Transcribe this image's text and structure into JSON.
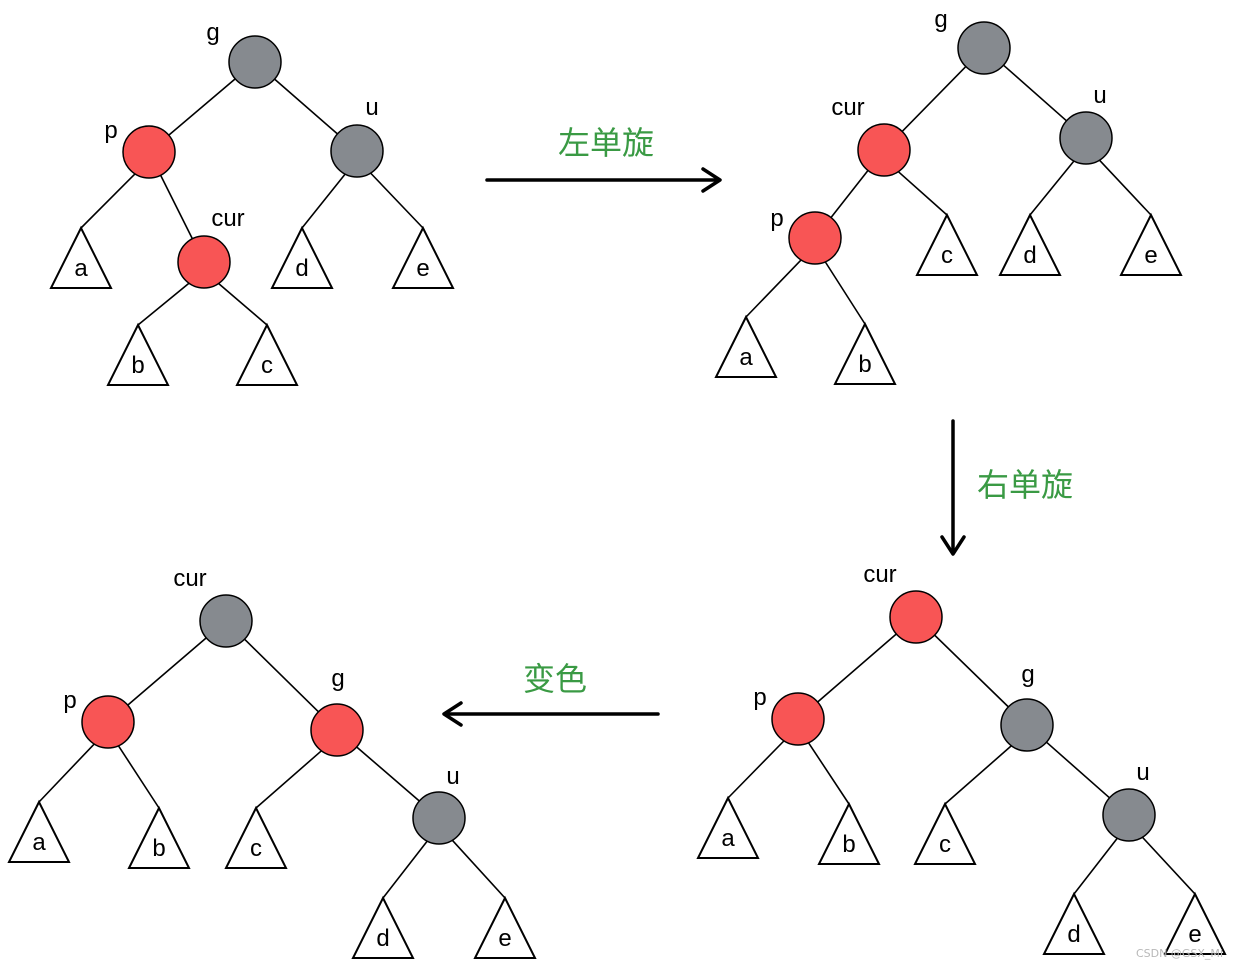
{
  "colors": {
    "red": "#f85555",
    "black": "#868a8f"
  },
  "steps": [
    {
      "label": "左单旋"
    },
    {
      "label": "右单旋"
    },
    {
      "label": "变色"
    }
  ],
  "panels": [
    {
      "name": "initial",
      "nodes": [
        {
          "id": "g",
          "label": "g",
          "color": "black"
        },
        {
          "id": "p",
          "label": "p",
          "color": "red"
        },
        {
          "id": "u",
          "label": "u",
          "color": "black"
        },
        {
          "id": "cur",
          "label": "cur",
          "color": "red"
        }
      ],
      "subtrees": [
        "a",
        "b",
        "c",
        "d",
        "e"
      ]
    },
    {
      "name": "after-left-rotation",
      "nodes": [
        {
          "id": "g",
          "label": "g",
          "color": "black"
        },
        {
          "id": "cur",
          "label": "cur",
          "color": "red"
        },
        {
          "id": "u",
          "label": "u",
          "color": "black"
        },
        {
          "id": "p",
          "label": "p",
          "color": "red"
        }
      ],
      "subtrees": [
        "c",
        "d",
        "e",
        "a",
        "b"
      ]
    },
    {
      "name": "after-right-rotation",
      "nodes": [
        {
          "id": "cur",
          "label": "cur",
          "color": "red"
        },
        {
          "id": "p",
          "label": "p",
          "color": "red"
        },
        {
          "id": "g",
          "label": "g",
          "color": "black"
        },
        {
          "id": "u",
          "label": "u",
          "color": "black"
        }
      ],
      "subtrees": [
        "a",
        "b",
        "c",
        "d",
        "e"
      ]
    },
    {
      "name": "after-recolor",
      "nodes": [
        {
          "id": "cur",
          "label": "cur",
          "color": "black"
        },
        {
          "id": "p",
          "label": "p",
          "color": "red"
        },
        {
          "id": "g",
          "label": "g",
          "color": "red"
        },
        {
          "id": "u",
          "label": "u",
          "color": "black"
        }
      ],
      "subtrees": [
        "a",
        "b",
        "c",
        "d",
        "e"
      ]
    }
  ],
  "watermark": "CSDN @GSX_MI"
}
